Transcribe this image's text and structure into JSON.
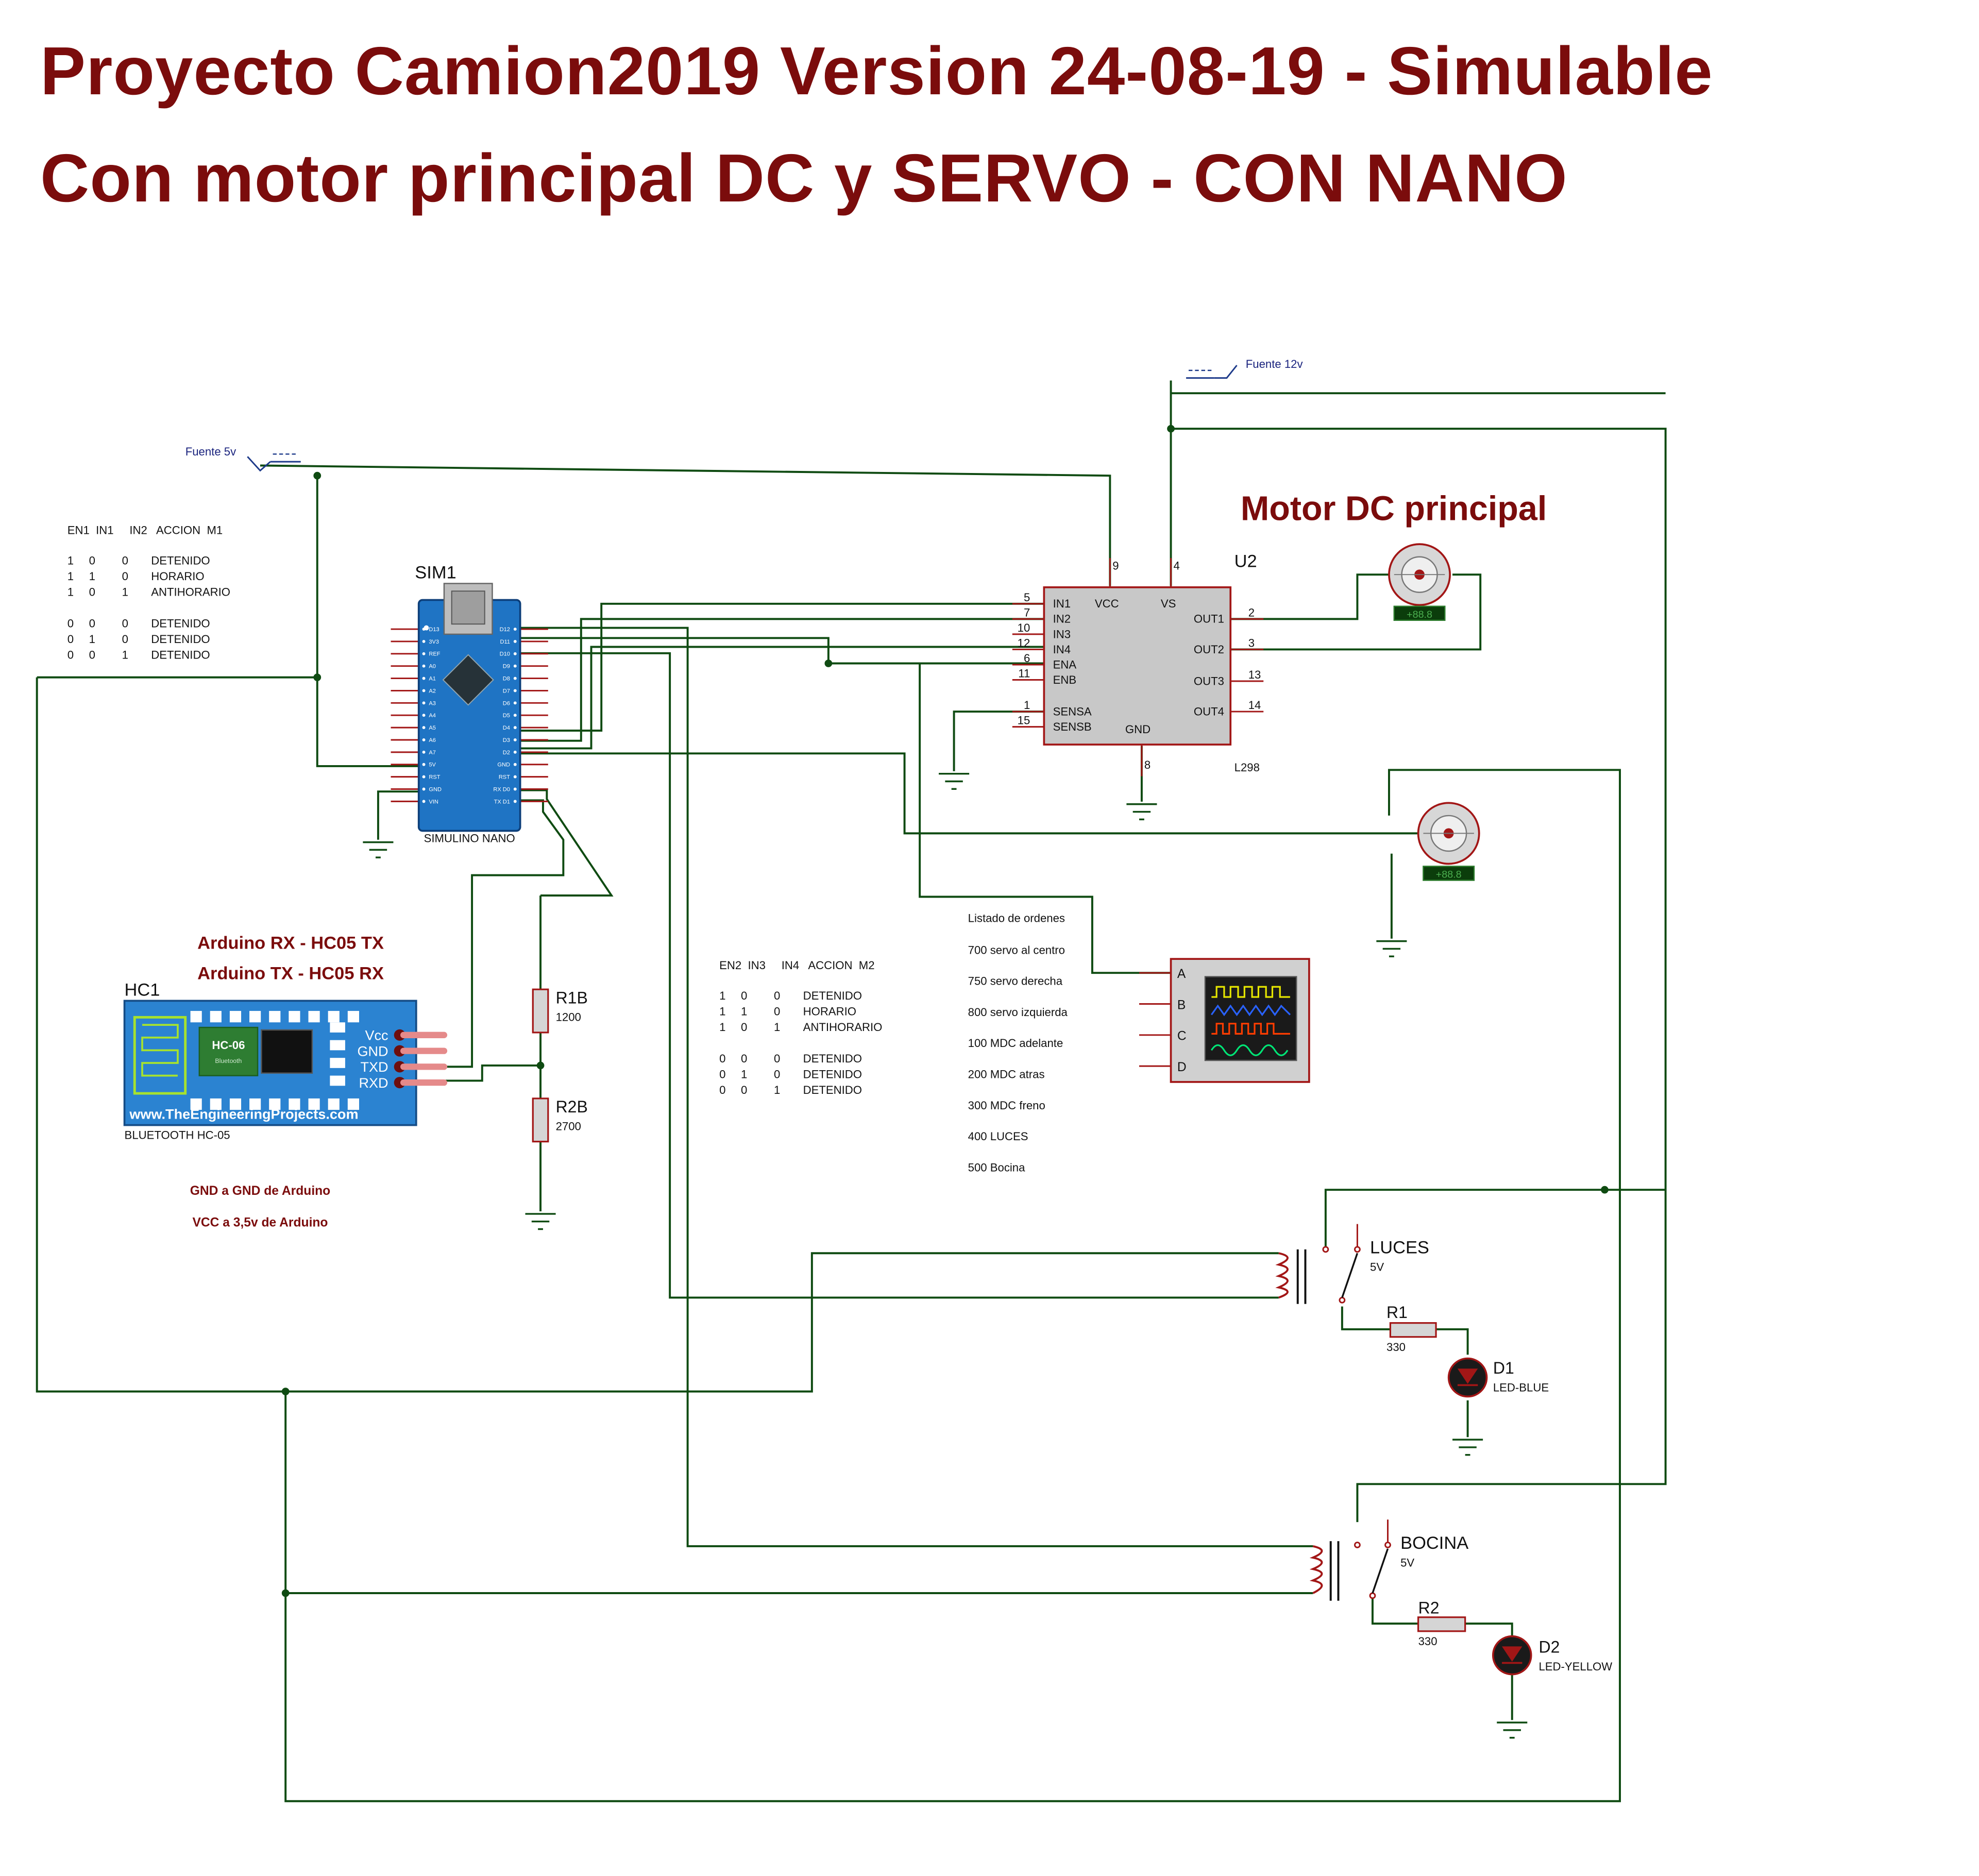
{
  "title_line1": "Proyecto Camion2019 Version 24-08-19 - Simulable",
  "title_line2": "Con motor principal DC y SERVO - CON NANO",
  "colors": {
    "title": "#7b0c0c",
    "wire": "#0f4b12",
    "component": "#a21616",
    "chip_fill": "#c8c8c8",
    "arduino": "#1f74c4",
    "hc_board": "#2b83d1"
  },
  "power": {
    "fuente5v": "Fuente 5v",
    "fuente12v": "Fuente 12v"
  },
  "table_m1": {
    "header": "EN1  IN1     IN2   ACCION  M1",
    "rows": [
      [
        "1",
        "0",
        "0",
        "DETENIDO"
      ],
      [
        "1",
        "1",
        "0",
        "HORARIO"
      ],
      [
        "1",
        "0",
        "1",
        "ANTIHORARIO"
      ],
      [
        "0",
        "0",
        "0",
        "DETENIDO"
      ],
      [
        "0",
        "1",
        "0",
        "DETENIDO"
      ],
      [
        "0",
        "0",
        "1",
        "DETENIDO"
      ]
    ]
  },
  "table_m2": {
    "header": "EN2  IN3     IN4   ACCION  M2",
    "rows": [
      [
        "1",
        "0",
        "0",
        "DETENIDO"
      ],
      [
        "1",
        "1",
        "0",
        "HORARIO"
      ],
      [
        "1",
        "0",
        "1",
        "ANTIHORARIO"
      ],
      [
        "0",
        "0",
        "0",
        "DETENIDO"
      ],
      [
        "0",
        "1",
        "0",
        "DETENIDO"
      ],
      [
        "0",
        "0",
        "1",
        "DETENIDO"
      ]
    ]
  },
  "sim1": {
    "ref": "SIM1",
    "name": "SIMULINO NANO",
    "left_pins": [
      "D13",
      "3V3",
      "REF",
      "A0",
      "A1",
      "A2",
      "A3",
      "A4",
      "A5",
      "A6",
      "A7",
      "5V",
      "RST",
      "GND",
      "VIN"
    ],
    "right_pins": [
      "D12",
      "D11",
      "D10",
      "D9",
      "D8",
      "D7",
      "D6",
      "D5",
      "D4",
      "D3",
      "D2",
      "GND",
      "RST",
      "RX D0",
      "TX D1"
    ]
  },
  "u2": {
    "ref": "U2",
    "part": "L298",
    "left_pins": [
      [
        "5",
        "IN1"
      ],
      [
        "7",
        "IN2"
      ],
      [
        "10",
        "IN3"
      ],
      [
        "12",
        "IN4"
      ],
      [
        "6",
        "ENA"
      ],
      [
        "11",
        "ENB"
      ],
      [
        "1",
        "SENSA"
      ],
      [
        "15",
        "SENSB"
      ]
    ],
    "right_pins": [
      [
        "2",
        "OUT1"
      ],
      [
        "3",
        "OUT2"
      ],
      [
        "13",
        "OUT3"
      ],
      [
        "14",
        "OUT4"
      ]
    ],
    "top_pins": [
      [
        "9",
        "VCC"
      ],
      [
        "4",
        "VS"
      ]
    ],
    "bottom_pin": [
      "8",
      "GND"
    ]
  },
  "motor_title": "Motor DC principal",
  "motor_display": "+88.8",
  "servo_display": "+88.8",
  "hc1": {
    "ref": "HC1",
    "name": "BLUETOOTH HC-05",
    "chip": "HC-06",
    "chip_sub": "Bluetooth",
    "pins": [
      "Vcc",
      "GND",
      "TXD",
      "RXD"
    ],
    "website": "www.TheEngineeringProjects.com"
  },
  "notes": {
    "rx_tx1": "Arduino RX - HC05 TX",
    "rx_tx2": "Arduino TX - HC05 RX",
    "gnd": "GND a GND de Arduino",
    "vcc": "VCC a 3,5v de Arduino"
  },
  "resistors": {
    "r1b": {
      "ref": "R1B",
      "value": "1200"
    },
    "r2b": {
      "ref": "R2B",
      "value": "2700"
    },
    "r1": {
      "ref": "R1",
      "value": "330"
    },
    "r2": {
      "ref": "R2",
      "value": "330"
    }
  },
  "orders": {
    "title": "Listado de ordenes",
    "items": [
      "700  servo al centro",
      "750  servo derecha",
      "800  servo izquierda",
      "100  MDC adelante",
      "200  MDC atras",
      "300  MDC freno",
      "400  LUCES",
      "500  Bocina"
    ]
  },
  "scope_channels": [
    "A",
    "B",
    "C",
    "D"
  ],
  "relay_luces": {
    "name": "LUCES",
    "voltage": "5V"
  },
  "relay_bocina": {
    "name": "BOCINA",
    "voltage": "5V"
  },
  "d1": {
    "ref": "D1",
    "type": "LED-BLUE"
  },
  "d2": {
    "ref": "D2",
    "type": "LED-YELLOW"
  }
}
